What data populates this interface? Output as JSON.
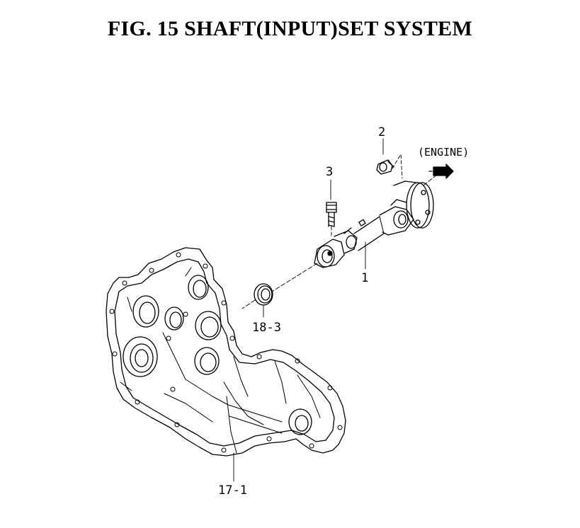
{
  "title": "FIG. 15  SHAFT(INPUT)SET SYSTEM",
  "direction_label": "(ENGINE)",
  "callouts": {
    "part_1": "1",
    "part_2": "2",
    "part_3": "3",
    "part_18_3": "18-3",
    "part_17_1": "17-1"
  },
  "icons": {
    "direction_arrow": "arrow-icon"
  }
}
